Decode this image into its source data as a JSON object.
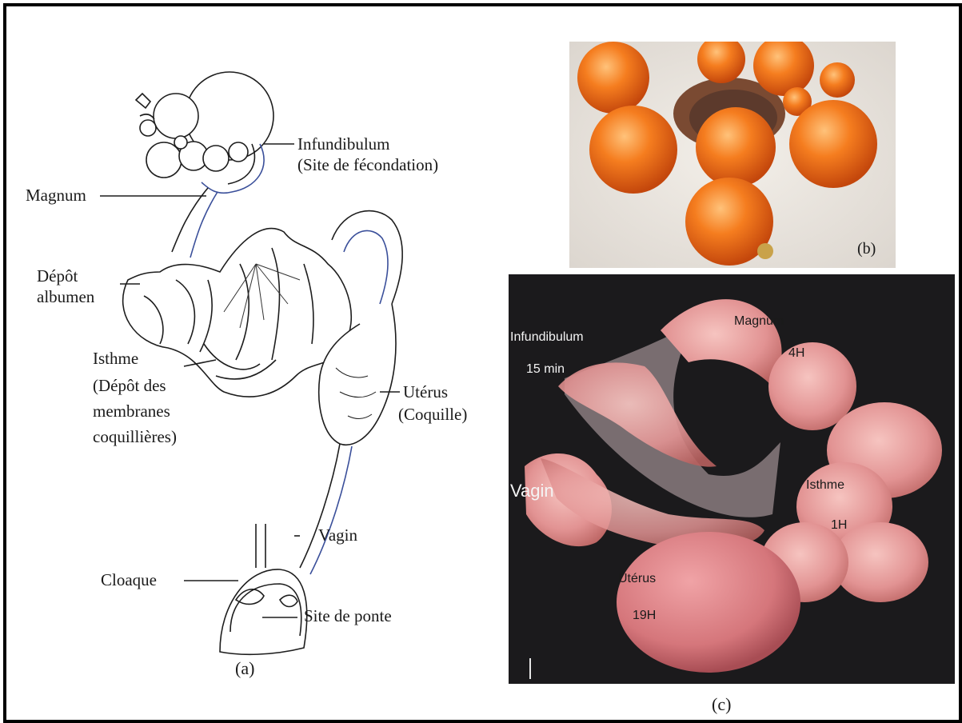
{
  "panel_a": {
    "caption": "(a)",
    "labels": {
      "infundibulum": "Infundibulum",
      "infundibulum_sub": "(Site de fécondation)",
      "magnum": "Magnum",
      "depot_line1": "Dépôt",
      "depot_line2": "albumen",
      "isthme_line1": "Isthme",
      "isthme_line2": "(Dépôt des",
      "isthme_line3": "membranes",
      "isthme_line4": "coquillières)",
      "uterus_line1": "Utérus",
      "uterus_line2": "(Coquille)",
      "vagin": "Vagin",
      "cloaque": "Cloaque",
      "site_ponte": "Site de ponte"
    }
  },
  "panel_b": {
    "caption": "(b)"
  },
  "panel_c": {
    "caption": "(c)",
    "labels": {
      "infundibulum": "Infundibulum",
      "infundibulum_time": "15 min",
      "magnum": "Magnum",
      "magnum_time": "4H",
      "vagin": "Vagin",
      "isthme": "Isthme",
      "isthme_time": "1H",
      "uterus": "Utérus",
      "uterus_time": "19H"
    }
  },
  "colors": {
    "frame": "#000000",
    "yolk": "#f07a1e",
    "tissue": "#e99a9a",
    "photo_bg": "#1b1a1c"
  }
}
